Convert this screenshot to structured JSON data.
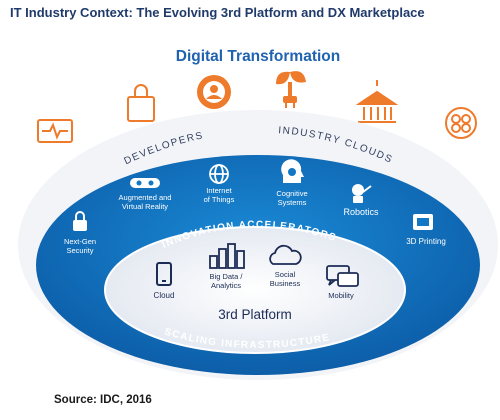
{
  "title": "IT Industry Context: The Evolving 3rd Platform and DX Marketplace",
  "source": "Source: IDC, 2016",
  "top_heading": "Digital Transformation",
  "outer_labels": {
    "left": "DEVELOPERS",
    "right": "INDUSTRY CLOUDS"
  },
  "ring_labels": {
    "top": "INNOVATION ACCELERATORS",
    "bottom": "SCALING INFRASTRUCTURE"
  },
  "accelerators": {
    "next_gen_security_1": "Next-Gen",
    "next_gen_security_2": "Security",
    "augmented_1": "Augmented and",
    "augmented_2": "Virtual Reality",
    "iot_1": "Internet",
    "iot_2": "of Things",
    "cognitive_1": "Cognitive",
    "cognitive_2": "Systems",
    "robotics": "Robotics",
    "printing": "3D Printing"
  },
  "platform": {
    "center_label": "3rd Platform",
    "cloud": "Cloud",
    "bigdata_1": "Big Data /",
    "bigdata_2": "Analytics",
    "social_1": "Social",
    "social_2": "Business",
    "mobility": "Mobility"
  },
  "colors": {
    "orange": "#ee7a2b",
    "blue": "#1277c4",
    "dark_blue": "#0f5ea8",
    "ring_gray": "#eceff5"
  },
  "top_icons": [
    "heartbeat-monitor-icon",
    "shopping-bag-icon",
    "gear-person-icon",
    "plant-plug-icon",
    "bank-icon",
    "currency-coins-icon"
  ]
}
